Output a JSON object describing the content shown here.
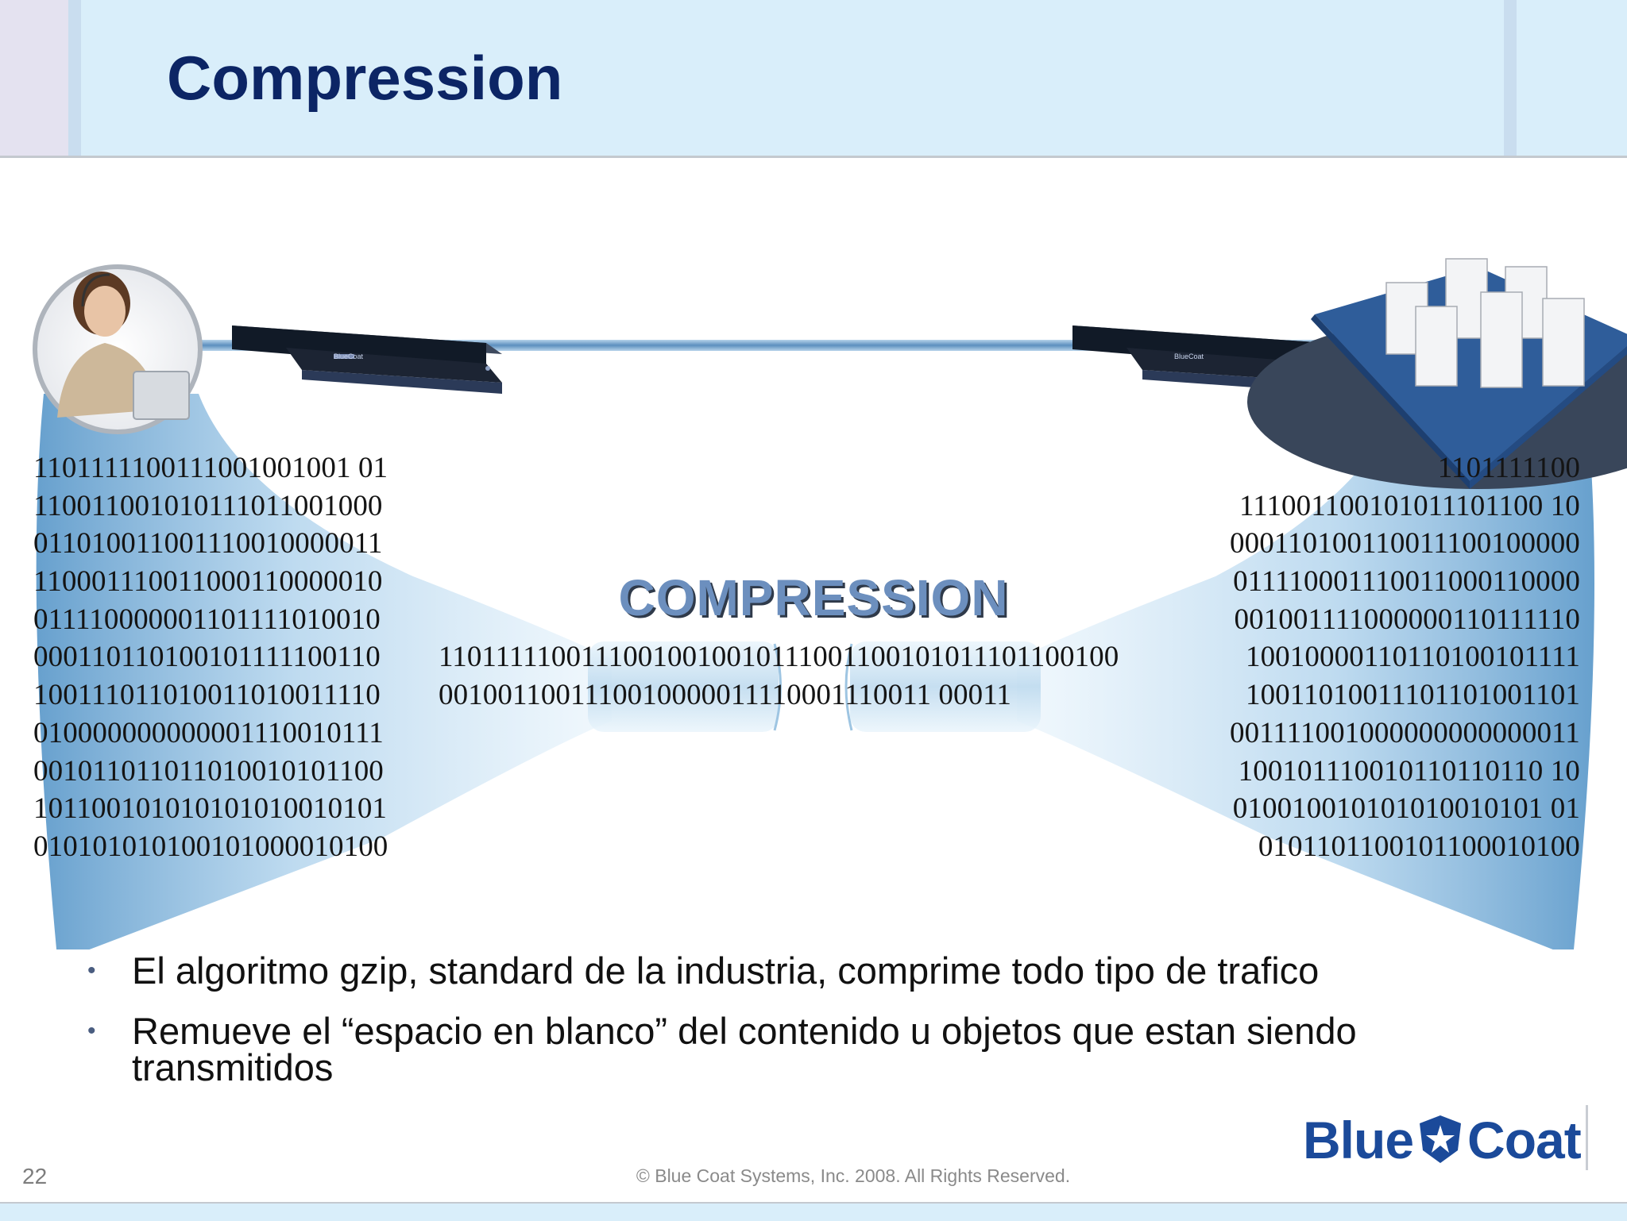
{
  "header": {
    "title": "Compression"
  },
  "diagram": {
    "left_bits": [
      "1101111100111001001001 01",
      "110011001010111011001000",
      "011010011001110010000011",
      "110001110011000110000010",
      "011110000001101111010010",
      "000110110100101111100110",
      "100111011010011010011110",
      "010000000000001110010111",
      "001011011011010010101100",
      "101100101010101010010101",
      "010101010100101000010100"
    ],
    "center_bits": [
      "11011111001110010010010111001100101011101100100",
      "0010011001110010000011110001110011 00011"
    ],
    "right_bits": [
      "1101111100",
      "111001100101011101100 10",
      "000110100110011100100000",
      "011110001110011000110000",
      "001001111000000110111110",
      "10010000110110100101111",
      "10011010011101101001101",
      "001111001000000000000011",
      "100101110010110110110 10",
      "010010010101010010101 01",
      "0101101100101100010100"
    ],
    "center_label": "COMPRESSION",
    "device_brand": "BlueCoat"
  },
  "bullets": [
    "El algoritmo gzip, standard de la industria, comprime todo tipo de trafico",
    "Remueve el “espacio en blanco” del contenido u objetos que estan siendo transmitidos"
  ],
  "footer": {
    "page_number": "22",
    "copyright": "© Blue Coat Systems, Inc. 2008.  All Rights Reserved.",
    "logo_left": "Blue",
    "logo_right": "Coat"
  },
  "colors": {
    "header_bg": "#d9eefa",
    "title": "#0c2565",
    "cone": "#7fb3da",
    "appliance": "#1c2433",
    "logo": "#1b4a9a"
  }
}
